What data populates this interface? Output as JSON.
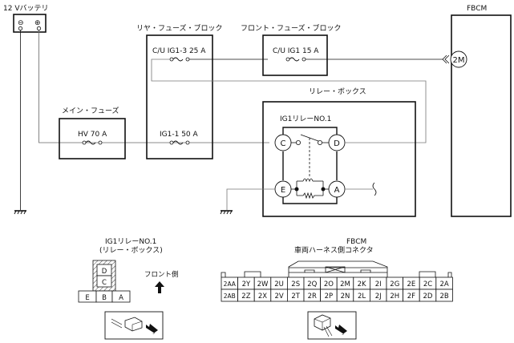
{
  "battery": {
    "label": "12 Vバッテリ",
    "neg_symbol": "⊖",
    "pos_symbol": "⊕"
  },
  "main_fuse": {
    "title": "メイン・フューズ",
    "fuse_label": "HV 70 A"
  },
  "rear_fuse_block": {
    "title": "リヤ・フューズ・ブロック",
    "fuses": [
      "C/U IG1-3 25 A",
      "IG1-1 50 A"
    ]
  },
  "front_fuse_block": {
    "title": "フロント・フューズ・ブロック",
    "fuse_label": "C/U IG1 15 A"
  },
  "relay_box": {
    "title": "リレー・ボックス",
    "relay_name": "IG1リレーNO.1",
    "terminals": [
      "C",
      "D",
      "E",
      "A"
    ]
  },
  "fbcm": {
    "title": "FBCM",
    "terminal": "2M"
  },
  "relay_connector_view": {
    "title_line1": "IG1リレーNO.1",
    "title_line2": "(リレー・ボックス)",
    "front_label": "フロント側",
    "upper_pins": [
      "D",
      "C"
    ],
    "lower_pins": [
      "E",
      "B",
      "A"
    ]
  },
  "fbcm_connector_view": {
    "title_line1": "FBCM",
    "title_line2": "車両ハーネス側コネクタ",
    "top_row": [
      "2AA",
      "2Y",
      "2W",
      "2U",
      "2S",
      "2Q",
      "2O",
      "2M",
      "2K",
      "2I",
      "2G",
      "2E",
      "2C",
      "2A"
    ],
    "bottom_row": [
      "2AB",
      "2Z",
      "2X",
      "2V",
      "2T",
      "2R",
      "2P",
      "2N",
      "2L",
      "2J",
      "2H",
      "2F",
      "2D",
      "2B"
    ]
  }
}
